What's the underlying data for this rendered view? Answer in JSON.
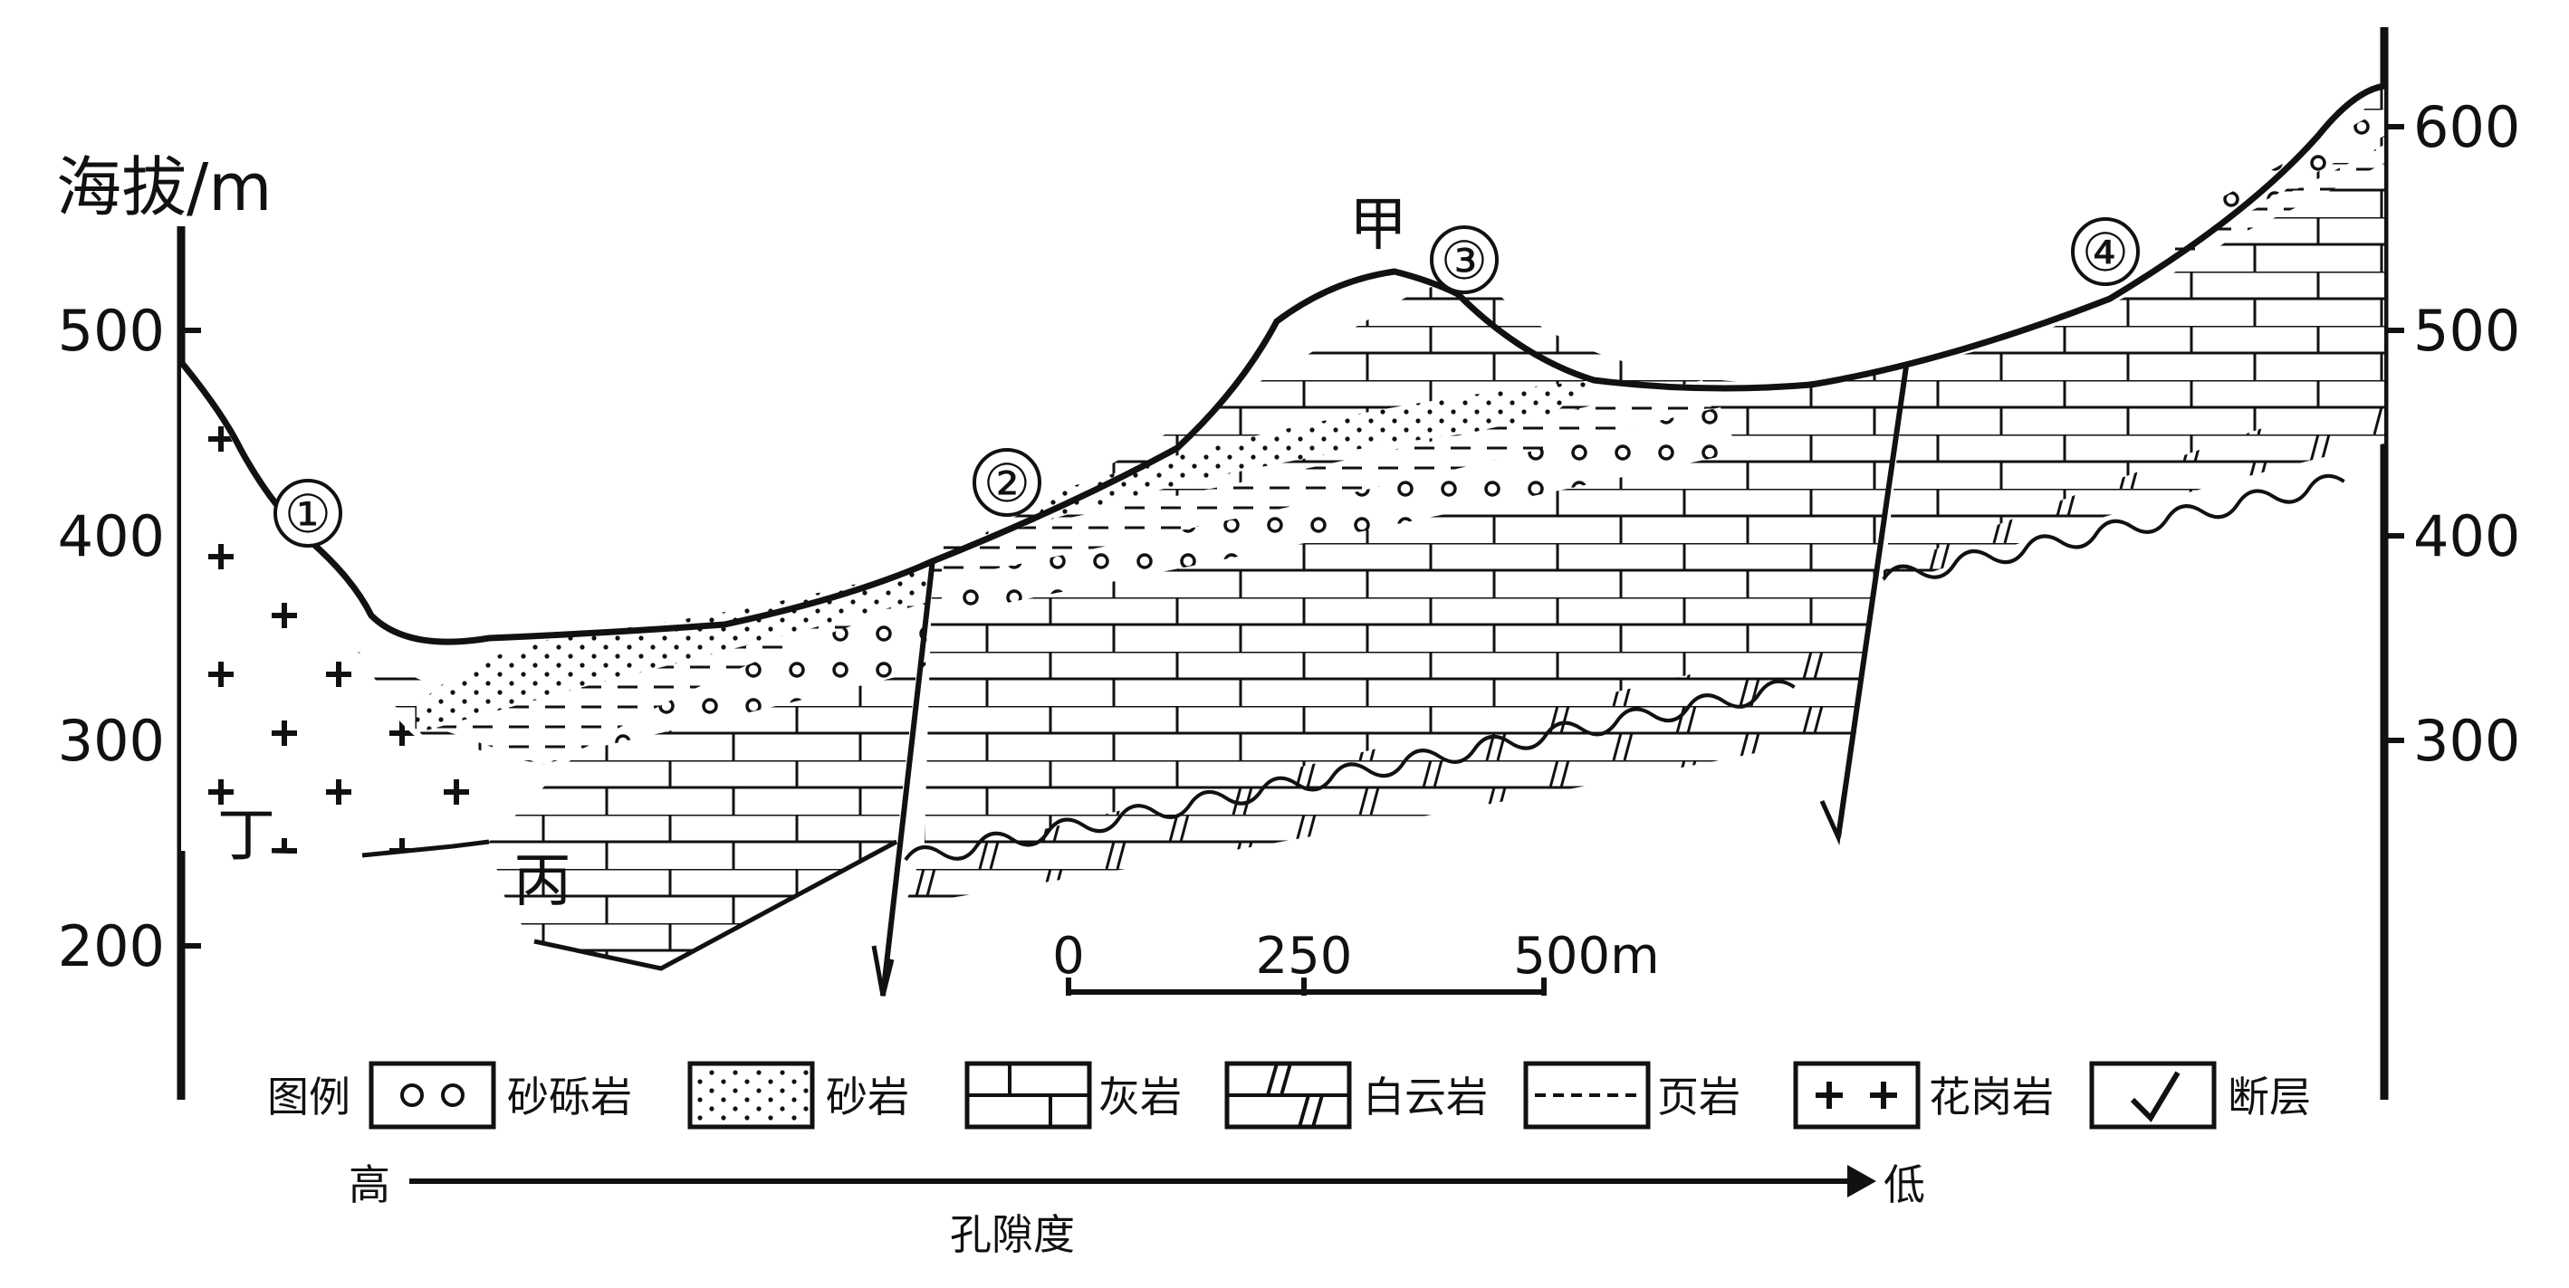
{
  "axis": {
    "title": "海拔/m",
    "left_ticks": [
      "500",
      "400",
      "300",
      "200"
    ],
    "right_ticks": [
      "600",
      "500",
      "400",
      "300"
    ]
  },
  "points": {
    "jia": "甲",
    "bing": "丙",
    "ding": "丁",
    "m1": "①",
    "m2": "②",
    "m3": "③",
    "m4": "④"
  },
  "scale": {
    "t0": "0",
    "t250": "250",
    "t500": "500m"
  },
  "legend": {
    "title": "图例",
    "items": [
      "砂砾岩",
      "砂岩",
      "灰岩",
      "白云岩",
      "页岩",
      "花岗岩",
      "断层"
    ]
  },
  "porosity": {
    "high": "高",
    "low": "低",
    "label": "孔隙度"
  },
  "colors": {
    "ink": "#111111",
    "paper": "#ffffff"
  }
}
